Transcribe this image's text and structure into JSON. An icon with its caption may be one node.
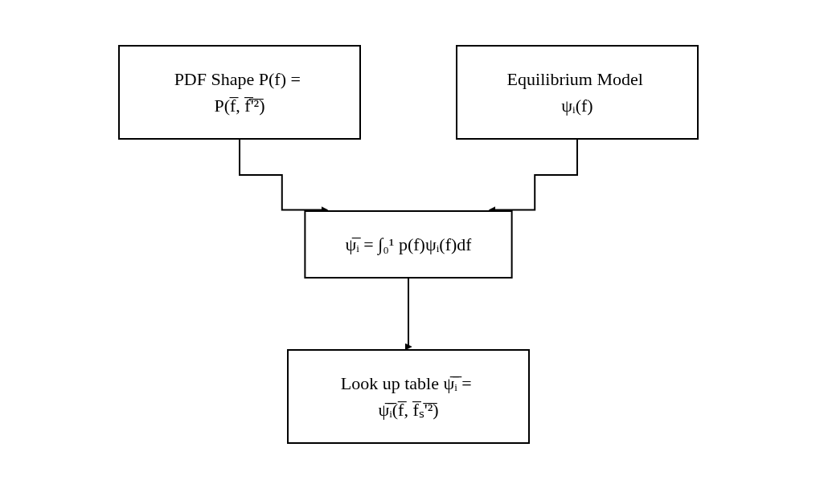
{
  "diagram": {
    "nodes": [
      {
        "text": [
          "PDF Shape P(f) = P(f̅, f̅'̅²̅)"
        ]
      },
      {
        "text": [
          "Equilibrium Model ψᵢ(f)"
        ]
      },
      {
        "text": [
          "ψ̅ᵢ = ∫₀¹ p(f)ψᵢ(f)df"
        ]
      },
      {
        "text": [
          "Look up table ψ̅ᵢ̅ = ψ̅ᵢ̅(f̅, f̅ₛ'̅²̅)"
        ]
      }
    ],
    "edges": [
      {
        "from": 0,
        "to": 2,
        "arrow": "to"
      },
      {
        "from": 1,
        "to": 2,
        "arrow": "to"
      },
      {
        "from": 2,
        "to": 3,
        "arrow": "to"
      }
    ]
  }
}
